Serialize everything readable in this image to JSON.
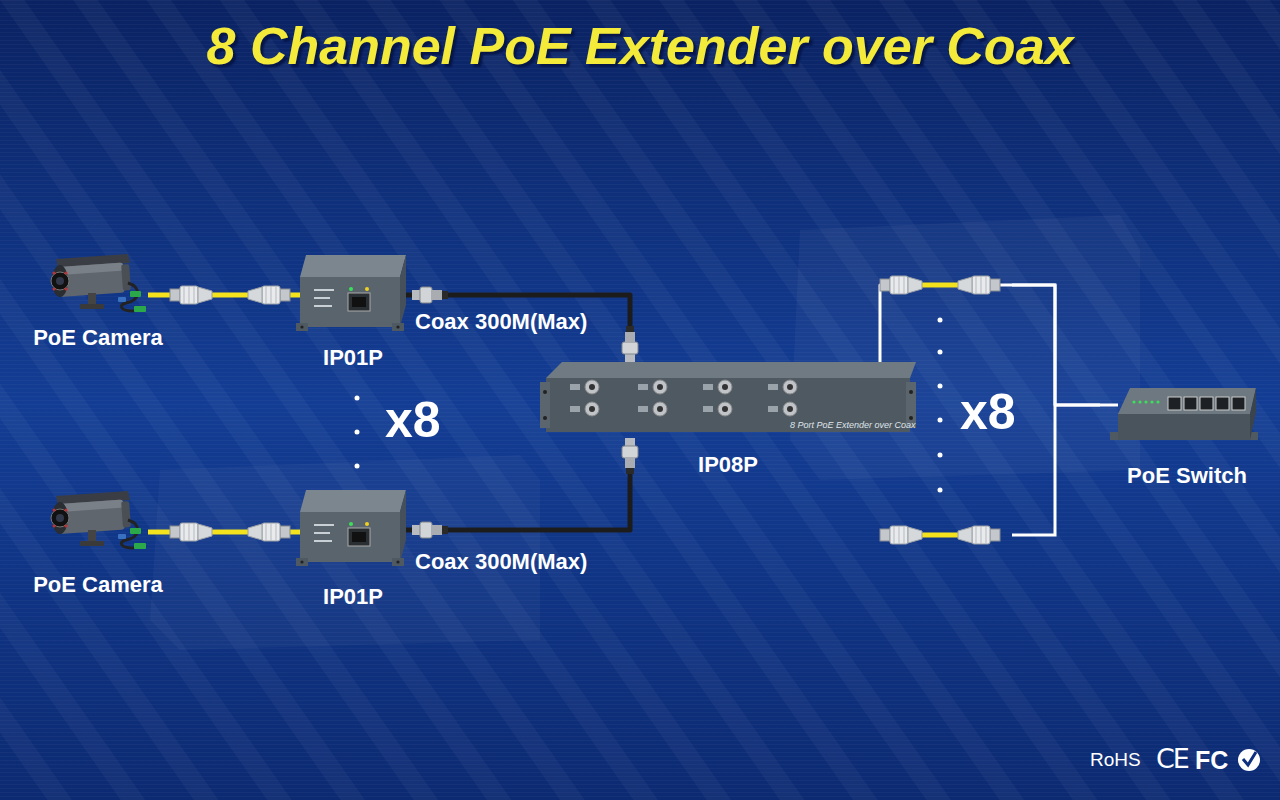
{
  "diagram": {
    "title": "8 Channel PoE Extender over Coax",
    "nodes": [
      {
        "text": [
          "PoE Camera"
        ]
      },
      {
        "text": [
          "IP01P"
        ]
      },
      {
        "text": [
          "PoE Camera"
        ]
      },
      {
        "text": [
          "IP01P"
        ]
      },
      {
        "text": [
          "IP08P"
        ]
      },
      {
        "text": [
          "PoE Switch"
        ]
      }
    ],
    "edges": [
      {
        "from": 0,
        "to": 1,
        "arrow": "none"
      },
      {
        "from": 2,
        "to": 3,
        "arrow": "none"
      },
      {
        "from": 1,
        "to": 4,
        "label": "Coax 300M(Max)",
        "arrow": "none"
      },
      {
        "from": 3,
        "to": 4,
        "label": "Coax 300M(Max)",
        "arrow": "none"
      },
      {
        "from": 4,
        "to": 5,
        "arrow": "none"
      }
    ],
    "labels": [
      "x8",
      "x8",
      "8 Port PoE Extender over Coax",
      "RoHS",
      "CE",
      "FC"
    ]
  }
}
